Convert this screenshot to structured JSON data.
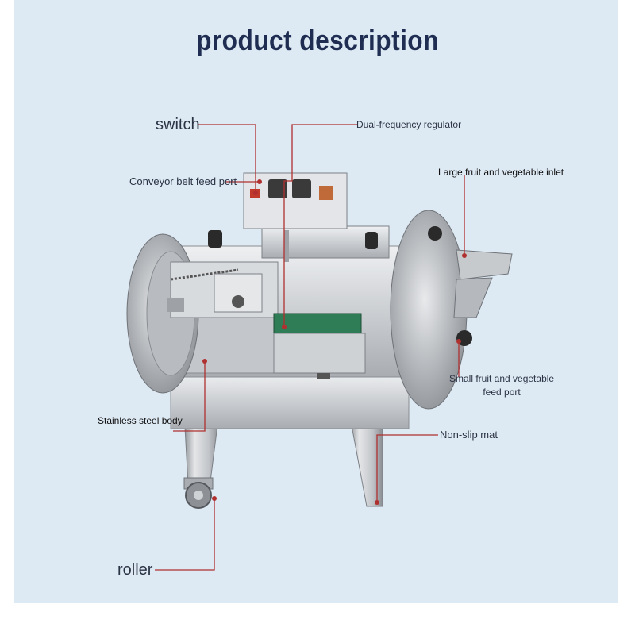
{
  "title": "product description",
  "labels": {
    "switch": "switch",
    "dual_frequency_regulator": "Dual-frequency regulator",
    "conveyor_belt_feed_port": "Conveyor belt feed port",
    "large_inlet": "Large fruit and vegetable inlet",
    "small_port_line1": "Small fruit and vegetable",
    "small_port_line2": "feed port",
    "stainless_body": "Stainless steel body",
    "non_slip_mat": "Non-slip mat",
    "roller": "roller"
  },
  "colors": {
    "background_panel": "#dde9f3",
    "title": "#1f2d52",
    "leader_line": "#b03030",
    "steel": "#c9ccd0"
  }
}
